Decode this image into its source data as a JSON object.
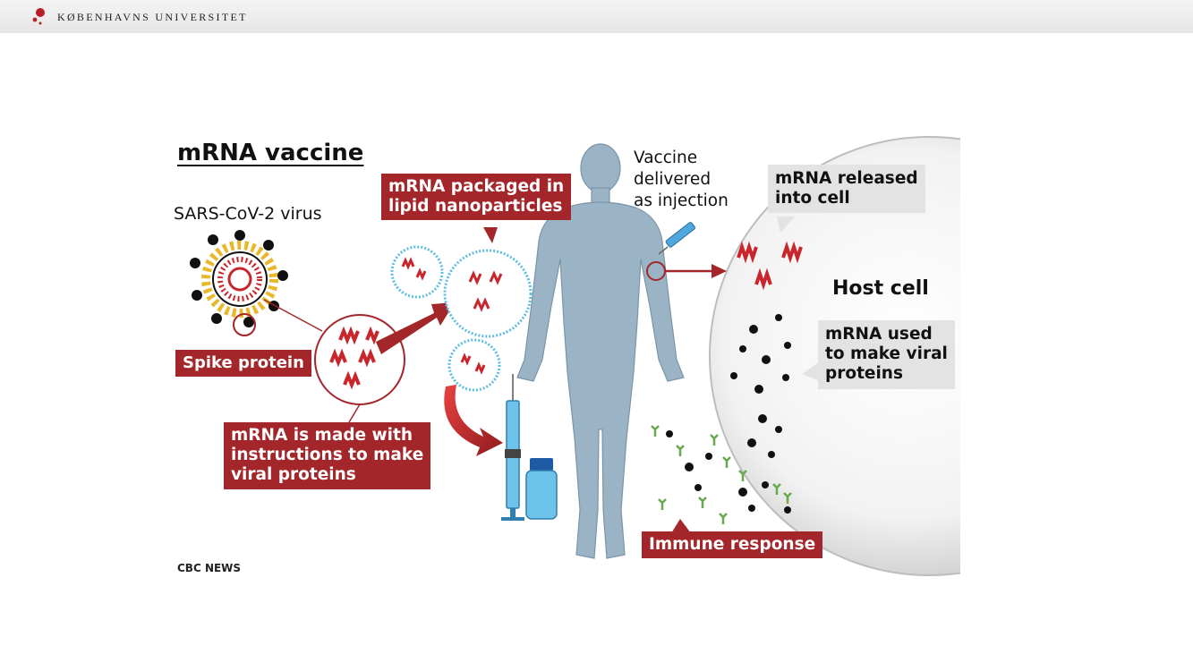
{
  "header": {
    "university_name": "KØBENHAVNS UNIVERSITET",
    "logo_icon": "ku-seal-icon"
  },
  "diagram": {
    "title": "mRNA vaccine",
    "virus_label": "SARS-CoV-2 virus",
    "spike_label": "Spike protein",
    "mrna_made": [
      "mRNA is made with",
      "instructions to make",
      "viral proteins"
    ],
    "mrna_packaged": [
      "mRNA packaged in",
      "lipid nanoparticles"
    ],
    "delivered": [
      "Vaccine",
      "delivered",
      "as injection"
    ],
    "released": [
      "mRNA released",
      "into cell"
    ],
    "host_cell": "Host cell",
    "used": [
      "mRNA used",
      "to make viral",
      "proteins"
    ],
    "immune": "Immune response",
    "credit": "CBC NEWS",
    "colors": {
      "accent_red": "#a3262b",
      "body_blue": "#9bb4c5",
      "nanoparticle_blue": "#5fbde0",
      "label_gray": "#e3e3e3"
    }
  }
}
